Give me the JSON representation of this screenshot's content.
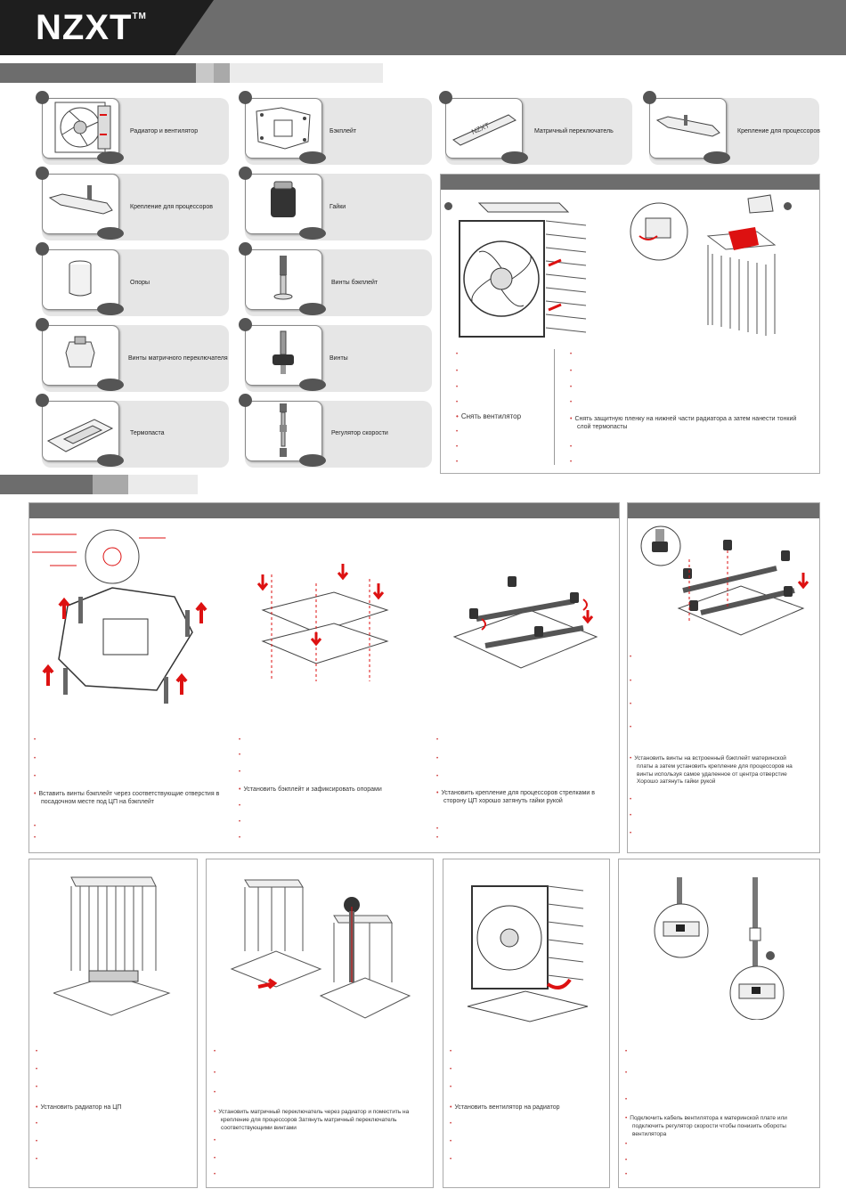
{
  "header": {
    "logo": "NZXT",
    "tm": "TM"
  },
  "parts": [
    {
      "label": "Радиатор и вентилятор",
      "icon": "heatsink-fan-icon"
    },
    {
      "label": "Бэкплейт",
      "icon": "backplate-icon"
    },
    {
      "label": "Матричный переключатель",
      "icon": "matrix-switch-icon"
    },
    {
      "label": "Крепление для процессоров",
      "icon": "cpu-bracket-icon"
    },
    {
      "label": "Крепление для процессоров",
      "icon": "cpu-bracket-icon"
    },
    {
      "label": "Гайки",
      "icon": "nut-icon"
    },
    {
      "label": "Опоры",
      "icon": "standoff-icon"
    },
    {
      "label": "Винты бэкплейт",
      "icon": "backplate-screw-icon"
    },
    {
      "label": "Винты матричного переключателя",
      "icon": "matrix-screw-icon"
    },
    {
      "label": "Винты",
      "icon": "thumbscrew-icon"
    },
    {
      "label": "Термопаста",
      "icon": "thermal-paste-icon"
    },
    {
      "label": "Регулятор скорости",
      "icon": "speed-regulator-icon"
    }
  ],
  "prep": {
    "left_item": "Снять вентилятор",
    "right_item_line1": "Снять защитную пленку на нижней части радиатора  а затем нанести тонкий",
    "right_item_line2": "слой термопасты"
  },
  "steps": {
    "s1_line1": "Вставить винты бэкплейт через соответствующие отверстия в",
    "s1_line2": "посадочном месте под ЦП на бэкплейт",
    "s2": "Установить бэкплейт и зафиксировать опорами",
    "s3_line1": "Установить крепление для процессоров            стрелками в",
    "s3_line2": "сторону ЦП  хорошо затянуть гайки рукой",
    "s4_line1": "Установить винты                на встроенный бэкплейт материнской",
    "s4_line2": "платы  а затем установить крепление для процессоров          на",
    "s4_line3": "винты                используя самое удаленное от центра отверстие",
    "s4_line4": "Хорошо затянуть гайки рукой",
    "s5": "Установить радиатор на ЦП",
    "s6_line1": "Установить матричный переключатель через радиатор и поместить на",
    "s6_line2": "крепление для процессоров           Затянуть матричный переключатель",
    "s6_line3": "соответствующими винтами",
    "s7": "Установить вентилятор на радиатор",
    "s8_line1": "Подключить кабель вентилятора к материнской плате или",
    "s8_line2": "подключить регулятор скорости  чтобы понизить обороты",
    "s8_line3": "вентилятора"
  },
  "colors": {
    "accent": "#d11111",
    "header_gray": "#6d6d6d",
    "header_black": "#1e1e1e"
  }
}
